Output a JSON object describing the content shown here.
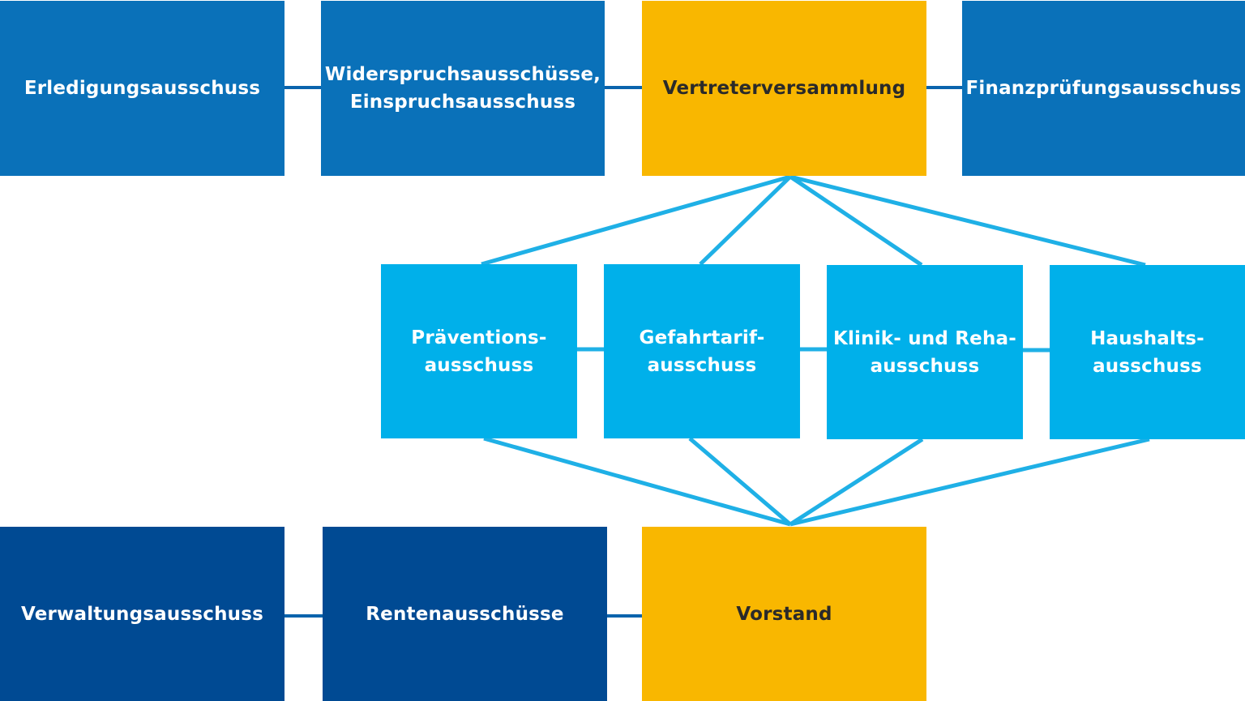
{
  "diagram": {
    "colors": {
      "committee_blue": "#0a71b9",
      "assembly_gold": "#f9b700",
      "subcommittee_light": "#00b0ea",
      "board_dark": "#004a93",
      "connector_light": "#1fb0e6",
      "connector_dark": "#0a64ad"
    },
    "top_row": {
      "erledigung": "Erledigungsausschuss",
      "widerspruch": "Widerspruchsausschüsse,\nEinspruchsausschuss",
      "vertreter": "Vertreterversammlung",
      "finanz": "Finanzprüfungsausschuss"
    },
    "middle_row": {
      "praevention": "Präventions-\nausschuss",
      "gefahrtarif": "Gefahrtarif-\nausschuss",
      "klinik": "Klinik- und Reha-\nausschuss",
      "haushalt": "Haushalts-\nausschuss"
    },
    "bottom_row": {
      "verwaltung": "Verwaltungsausschuss",
      "renten": "Rentenausschüsse",
      "vorstand": "Vorstand"
    }
  }
}
